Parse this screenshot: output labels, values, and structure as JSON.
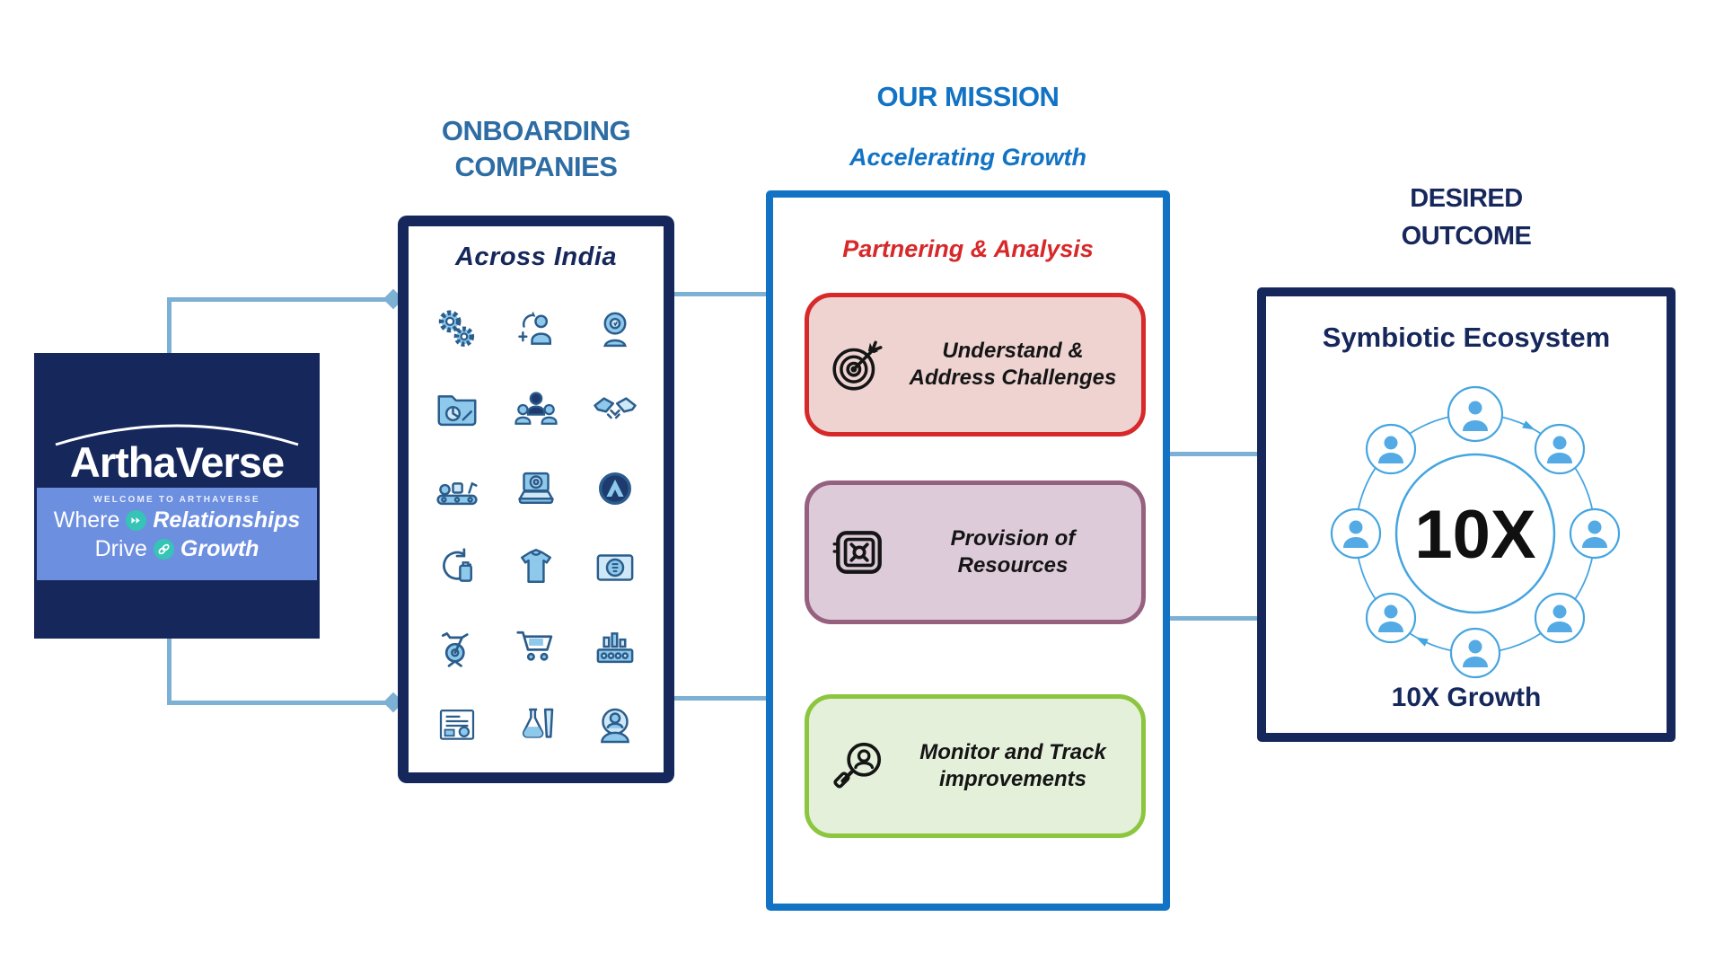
{
  "logo": {
    "brand": "ArthaVerse",
    "welcome": "WELCOME TO ARTHAVERSE",
    "tagline": {
      "word1": "Where",
      "word2": "Relationships",
      "word3": "Drive",
      "word4": "Growth"
    }
  },
  "onboarding": {
    "title_line1": "ONBOARDING",
    "title_line2": "COMPANIES",
    "subtitle": "Across India",
    "icons": [
      "gears-icon",
      "recruitment-icon",
      "webcam-icon",
      "project-folder-icon",
      "team-icon",
      "handshake-icon",
      "production-line-icon",
      "laptop-icon",
      "brand-badge-icon",
      "recycle-icon",
      "apparel-icon",
      "coin-display-icon",
      "exercise-bike-icon",
      "shopping-cart-icon",
      "factory-icon",
      "certificate-icon",
      "lab-flask-icon",
      "customer-avatar-icon"
    ]
  },
  "mission": {
    "title": "OUR MISSION",
    "subtitle": "Accelerating Growth",
    "heading": "Partnering & Analysis",
    "cards": [
      {
        "label": "Understand & Address Challenges",
        "icon": "target-icon",
        "border_color": "#d7282a",
        "fill_color": "#eed3d1"
      },
      {
        "label": "Provision of Resources",
        "icon": "vault-icon",
        "border_color": "#96607f",
        "fill_color": "#ddcbda"
      },
      {
        "label": "Monitor and Track improvements",
        "icon": "magnifier-person-icon",
        "border_color": "#8cc63e",
        "fill_color": "#e4f0da"
      }
    ]
  },
  "outcome": {
    "title_line1": "DESIRED",
    "title_line2": "OUTCOME",
    "heading": "Symbiotic Ecosystem",
    "center_label": "10X",
    "caption": "10X Growth",
    "nodes": 8
  },
  "colors": {
    "navy": "#16275c",
    "steel_blue": "#2e6da4",
    "bright_blue": "#1273c4",
    "connector_blue": "#7cb0d4",
    "red": "#d7282a",
    "red_fill": "#eed3d1",
    "purple": "#96607f",
    "purple_fill": "#ddcbda",
    "green": "#8cc63e",
    "green_fill": "#e4f0da",
    "strip_blue": "#6d8fe0",
    "teal": "#35c4b5",
    "eco_blue": "#45a5e0",
    "ink": "#151515"
  }
}
